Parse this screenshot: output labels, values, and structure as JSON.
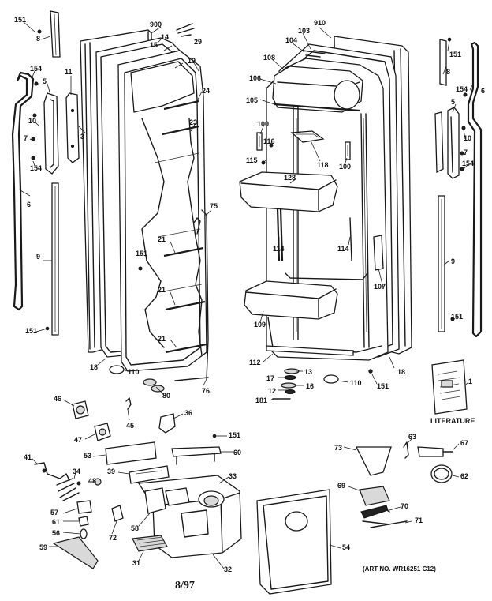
{
  "callouts": [
    "151",
    "8",
    "900",
    "14",
    "15",
    "29",
    "19",
    "154",
    "5",
    "11",
    "3",
    "10",
    "7",
    "154",
    "24",
    "23",
    "6",
    "9",
    "75",
    "21",
    "151",
    "21",
    "21",
    "151",
    "18",
    "110",
    "80",
    "76",
    "910",
    "103",
    "104",
    "151",
    "108",
    "106",
    "8",
    "105",
    "154",
    "6",
    "5",
    "100",
    "116",
    "10",
    "7",
    "115",
    "118",
    "100",
    "154",
    "128",
    "114",
    "114",
    "9",
    "107",
    "109",
    "151",
    "112",
    "13",
    "18",
    "17",
    "16",
    "110",
    "151",
    "12",
    "181",
    "46",
    "45",
    "36",
    "151",
    "47",
    "53",
    "60",
    "41",
    "39",
    "33",
    "34",
    "48",
    "57",
    "58",
    "61",
    "72",
    "56",
    "59",
    "31",
    "32",
    "73",
    "63",
    "67",
    "62",
    "69",
    "70",
    "71",
    "54",
    "1"
  ],
  "literature_label": "LITERATURE",
  "art_number": "(ART NO. WR16251 C12)",
  "date_code": "8/97",
  "colors": {
    "ink": "#1a1a1a",
    "paper": "#ffffff"
  }
}
